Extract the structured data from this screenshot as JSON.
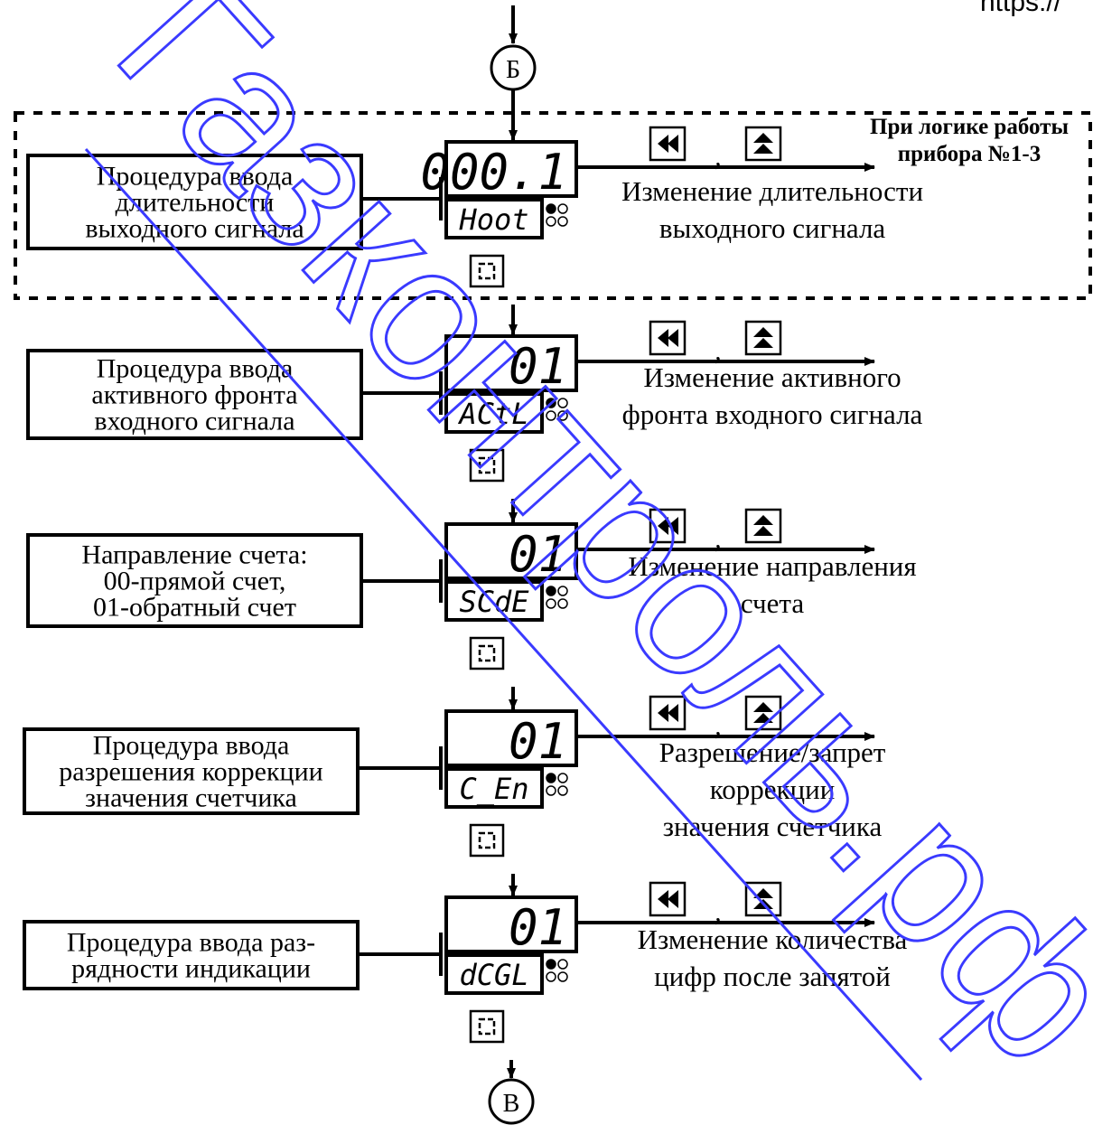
{
  "corner_text": "https://",
  "watermark": {
    "text": "Газконтроль.рф",
    "color": "#3a3aff"
  },
  "connectors": {
    "top": "Б",
    "bottom": "В"
  },
  "dashed_region": {
    "label_lines": [
      "При логике работы",
      "прибора №1-3"
    ]
  },
  "icons": {
    "left_button": "rewind-icon",
    "up_button": "increment-icon",
    "next_button": "cycle-icon"
  },
  "separator": ",",
  "steps": [
    {
      "display_value": "000.1",
      "param_code": "Hoot",
      "procedure_lines": [
        "Процедура ввода",
        "длительности",
        "выходного сигнала"
      ],
      "action_lines": [
        "Изменение длительности",
        "выходного сигнала"
      ]
    },
    {
      "display_value": "01",
      "param_code": "ACtL",
      "procedure_lines": [
        "Процедура ввода",
        "активного фронта",
        "входного сигнала"
      ],
      "action_lines": [
        "Изменение активного",
        "фронта входного сигнала"
      ]
    },
    {
      "display_value": "01",
      "param_code": "SCdE",
      "procedure_lines": [
        "Направление счета:",
        "00-прямой счет,",
        "01-обратный счет"
      ],
      "action_lines": [
        "Изменение направления",
        "счета"
      ]
    },
    {
      "display_value": "01",
      "param_code": "C_En",
      "procedure_lines": [
        "Процедура ввода",
        "разрешения коррекции",
        "значения счетчика"
      ],
      "action_lines": [
        "Разрешение/запрет",
        "коррекции",
        "значения счетчика"
      ]
    },
    {
      "display_value": "01",
      "param_code": "dCGL",
      "procedure_lines": [
        "Процедура ввода раз-",
        "рядности индикации"
      ],
      "action_lines": [
        "Изменение количества",
        "цифр после запятой"
      ]
    }
  ]
}
